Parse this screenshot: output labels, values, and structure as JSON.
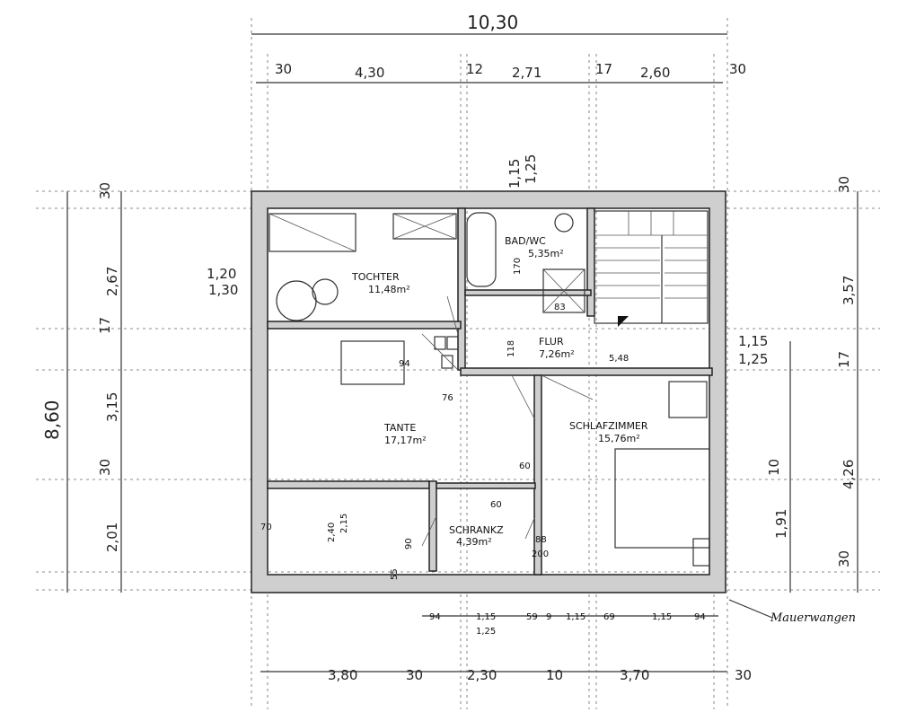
{
  "overall": {
    "top_width": "10,30",
    "left_height": "8,60"
  },
  "top_dims": {
    "d30a": "30",
    "d430": "4,30",
    "d12": "12",
    "d271": "2,71",
    "d17": "17",
    "d260": "2,60",
    "d30b": "30"
  },
  "bottom_dims": {
    "d380": "3,80",
    "d30a": "30",
    "d230": "2,30",
    "d10": "10",
    "d370": "3,70",
    "d30b": "30"
  },
  "bottom_inner": {
    "d94a": "94",
    "d115a": "1,15",
    "d125": "1,25",
    "d59": "59",
    "d9": "9",
    "d115b": "1,15",
    "d69": "69",
    "d115c": "1,15",
    "d94b": "94"
  },
  "left_dims": {
    "d30": "30",
    "d267": "2,67",
    "d17": "17",
    "d315": "3,15",
    "d30b": "30",
    "d201": "2,01"
  },
  "right_dims": {
    "d30": "30",
    "d357": "3,57",
    "d17": "17",
    "d426": "4,26",
    "d30b": "30"
  },
  "right_inner": {
    "d115": "1,15",
    "d125": "1,25",
    "d10": "10",
    "d191": "1,91"
  },
  "window_left": {
    "upper": "1,20",
    "lower": "1,30"
  },
  "window_top": {
    "upper": "1,15",
    "lower": "1,25"
  },
  "rooms": {
    "tochter": {
      "name": "TOCHTER",
      "area": "11,48m²"
    },
    "bad": {
      "name": "BAD/WC",
      "area": "5,35m²"
    },
    "flur": {
      "name": "FLUR",
      "area": "7,26m²"
    },
    "tante": {
      "name": "TANTE",
      "area": "17,17m²"
    },
    "schlafzimmer": {
      "name": "SCHLAFZIMMER",
      "area": "15,76m²"
    },
    "schrankz": {
      "name": "SCHRANKZ",
      "area": "4,39m²"
    }
  },
  "misc": {
    "m548": "5,48",
    "m94": "94",
    "m76": "76",
    "m118": "118",
    "m60a": "60",
    "m60b": "60",
    "m83": "83",
    "m170": "170",
    "m70": "70",
    "m240": "2,40",
    "m215": "2,15",
    "m90": "90",
    "m55": "55",
    "m88": "88",
    "m200": "200"
  },
  "note": {
    "mauerwangen": "Mauerwangen"
  }
}
